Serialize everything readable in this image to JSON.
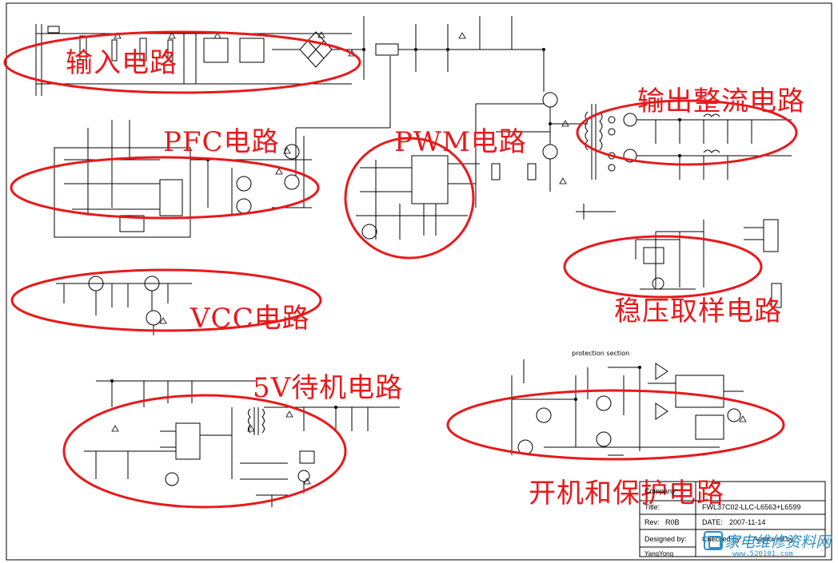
{
  "labels": {
    "input": "输入电路",
    "pfc": "PFC电路",
    "pwm": "PWM电路",
    "output": "输出整流电路",
    "vcc": "VCC电路",
    "regulation": "稳压取样电路",
    "standby": "5V待机电路",
    "protection": "开机和保护电路"
  },
  "protection_title": "protection section",
  "title_block": {
    "company_label": "Company:",
    "title_label": "Title:",
    "title_value": "FWL37C02-LLC-L6563+L6599",
    "rev_label": "Rev:",
    "rev_value": "R0B",
    "date_label": "DATE:",
    "date_value": "2007-11-14",
    "designed_label": "Designed by:",
    "designer": "YangYong",
    "checked_label": "Checked by:",
    "approved_label": "Approved by:"
  },
  "watermark": {
    "text": "家电维修资料网",
    "url": "www.520101.com"
  },
  "colors": {
    "annotation": "#e8191b",
    "line": "#000000",
    "watermark": "#2a8fc8"
  }
}
